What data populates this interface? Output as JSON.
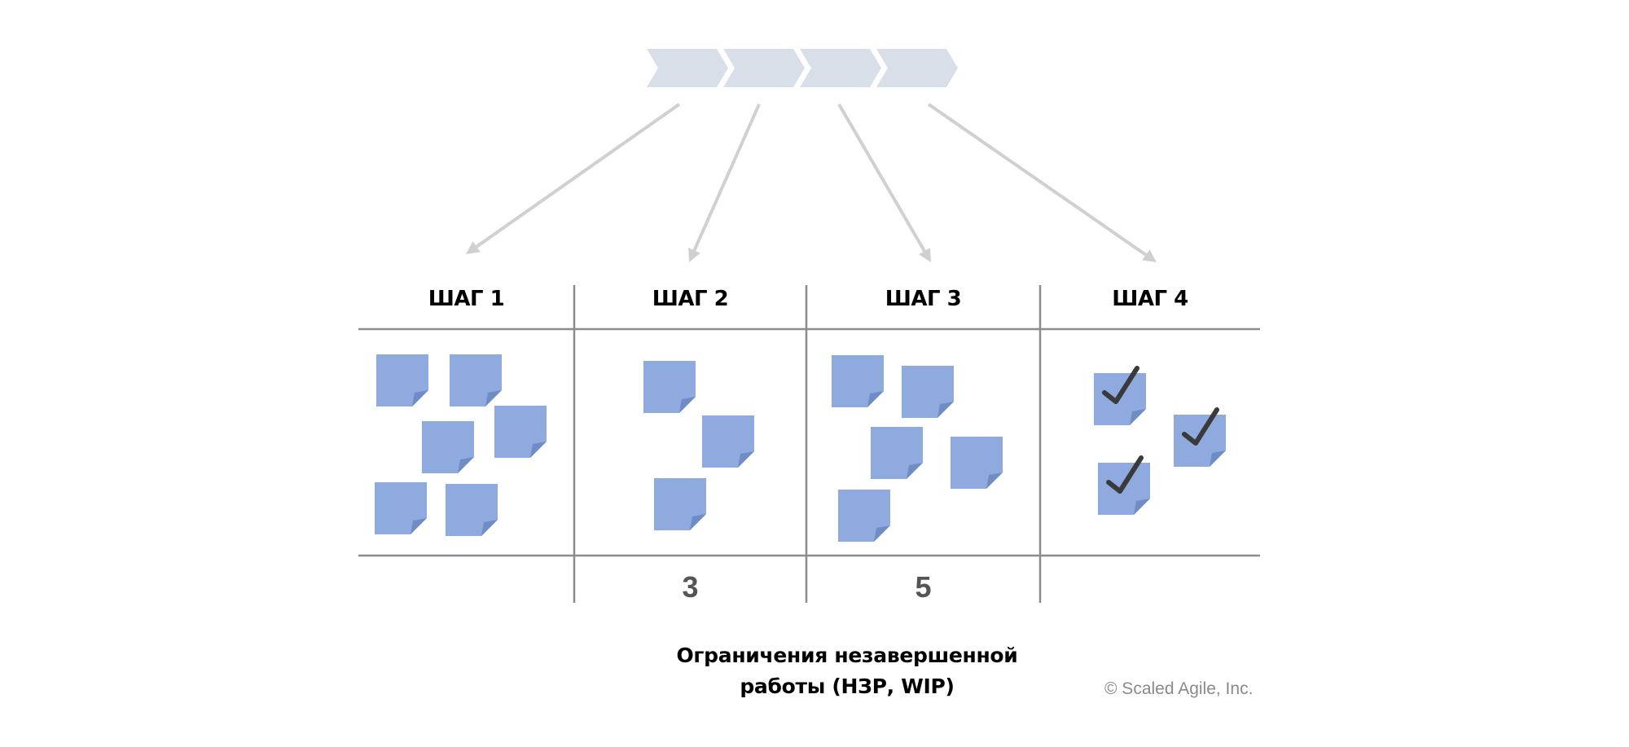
{
  "value_stream": {
    "chevron_count": 4,
    "color": "#d8dfe9"
  },
  "steps": [
    {
      "label": "ШАГ 1",
      "notes": 6,
      "done": false,
      "wip_limit": ""
    },
    {
      "label": "ШАГ 2",
      "notes": 3,
      "done": false,
      "wip_limit": "3"
    },
    {
      "label": "ШАГ 3",
      "notes": 5,
      "done": false,
      "wip_limit": "5"
    },
    {
      "label": "ШАГ 4",
      "notes": 3,
      "done": true,
      "wip_limit": ""
    }
  ],
  "caption": {
    "line1": "Ограничения незавершенной",
    "line2": "работы (НЗР, WIP)"
  },
  "copyright": "© Scaled Agile, Inc.",
  "colors": {
    "note": "#8eaadf",
    "note_fold": "#6f8cc4",
    "grid": "#8c8c8c",
    "arrow": "#d0d0d0",
    "check": "#3a3a3a"
  }
}
